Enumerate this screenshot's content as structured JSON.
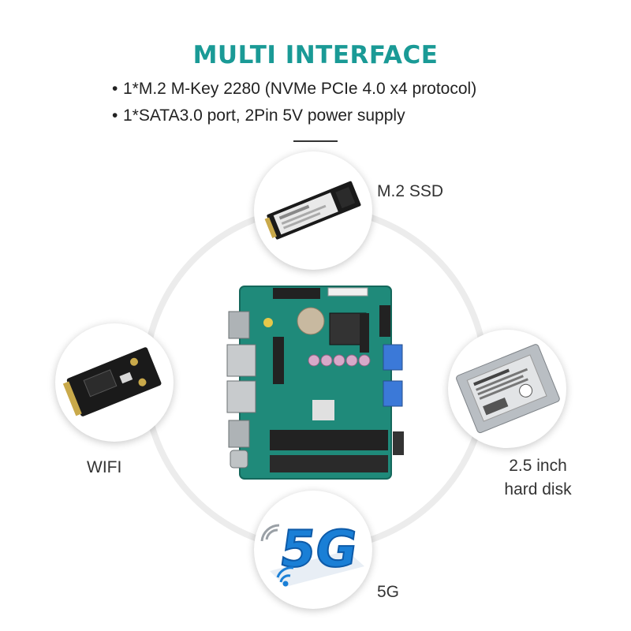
{
  "header": {
    "title": "MULTI INTERFACE",
    "bullets": [
      "1*M.2 M-Key 2280 (NVMe PCIe 4.0 x4 protocol)",
      "1*SATA3.0 port, 2Pin 5V power supply"
    ]
  },
  "nodes": {
    "ssd": {
      "label": "M.2 SSD",
      "icon": "m2-ssd-icon"
    },
    "wifi": {
      "label": "WIFI",
      "icon": "wifi-card-icon"
    },
    "hdd": {
      "label_line1": "2.5 inch",
      "label_line2": "hard disk",
      "icon": "hard-disk-icon"
    },
    "fiveg": {
      "label": "5G",
      "icon": "5g-icon",
      "badge": "5G"
    }
  },
  "colors": {
    "title": "#1a9a96",
    "board": "#1f8a7a",
    "fiveg": "#1a7fd6"
  }
}
